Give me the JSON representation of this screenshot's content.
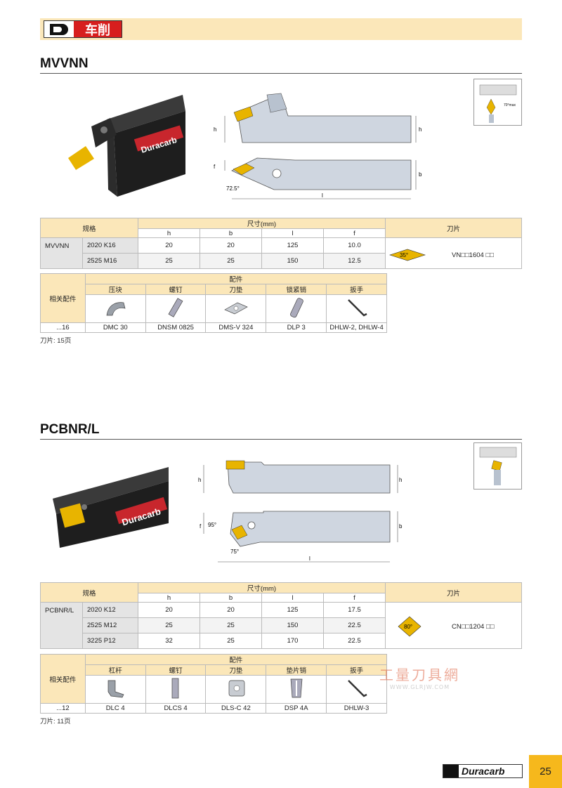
{
  "header": {
    "title": "车削"
  },
  "section1": {
    "title": "MVVNN",
    "brand": "Duracarb",
    "drawing": {
      "h": "h",
      "f": "f",
      "b": "b",
      "l": "l",
      "angle": "72.5°"
    },
    "mini_label": "70°max",
    "table": {
      "col_spec": "规格",
      "col_dims": "尺寸(mm)",
      "col_insert": "刀片",
      "dim_headers": [
        "h",
        "b",
        "l",
        "f"
      ],
      "type": "MVVNN",
      "rows": [
        {
          "code": "2020 K16",
          "h": "20",
          "b": "20",
          "l": "125",
          "f": "10.0"
        },
        {
          "code": "2525 M16",
          "h": "25",
          "b": "25",
          "l": "150",
          "f": "12.5"
        }
      ],
      "insert_angle": "35°",
      "insert_code": "VN□□1604 □□"
    },
    "accessories": {
      "label": "相关配件",
      "group": "配件",
      "headers": [
        "压块",
        "螺钉",
        "刀垫",
        "锁紧销",
        "扳手"
      ],
      "size": "...16",
      "parts": [
        "DMC 30",
        "DNSM 0825",
        "DMS-V 324",
        "DLP 3",
        "DHLW-2, DHLW-4"
      ]
    },
    "note": "刀片: 15页"
  },
  "section2": {
    "title": "PCBNR/L",
    "brand": "Duracarb",
    "drawing": {
      "h": "h",
      "f": "f",
      "b": "b",
      "l": "l",
      "angle1": "95°",
      "angle2": "75°"
    },
    "table": {
      "col_spec": "规格",
      "col_dims": "尺寸(mm)",
      "col_insert": "刀片",
      "dim_headers": [
        "h",
        "b",
        "l",
        "f"
      ],
      "type": "PCBNR/L",
      "rows": [
        {
          "code": "2020 K12",
          "h": "20",
          "b": "20",
          "l": "125",
          "f": "17.5"
        },
        {
          "code": "2525 M12",
          "h": "25",
          "b": "25",
          "l": "150",
          "f": "22.5"
        },
        {
          "code": "3225 P12",
          "h": "32",
          "b": "25",
          "l": "170",
          "f": "22.5"
        }
      ],
      "insert_angle": "80°",
      "insert_code": "CN□□1204 □□"
    },
    "accessories": {
      "label": "相关配件",
      "group": "配件",
      "headers": [
        "杠杆",
        "螺钉",
        "刀垫",
        "垫片销",
        "扳手"
      ],
      "size": "...12",
      "parts": [
        "DLC 4",
        "DLCS 4",
        "DLS-C 42",
        "DSP 4A",
        "DHLW-3"
      ]
    },
    "note": "刀片: 11页"
  },
  "watermark": {
    "text": "工量刀具網",
    "url": "WWW.GLRJW.COM"
  },
  "footer": {
    "brand": "Duracarb",
    "page": "25"
  },
  "colors": {
    "accent": "#fbe7b9",
    "red": "#d71e1e",
    "page_tab": "#f6b81c",
    "insert": "#e8b400"
  }
}
